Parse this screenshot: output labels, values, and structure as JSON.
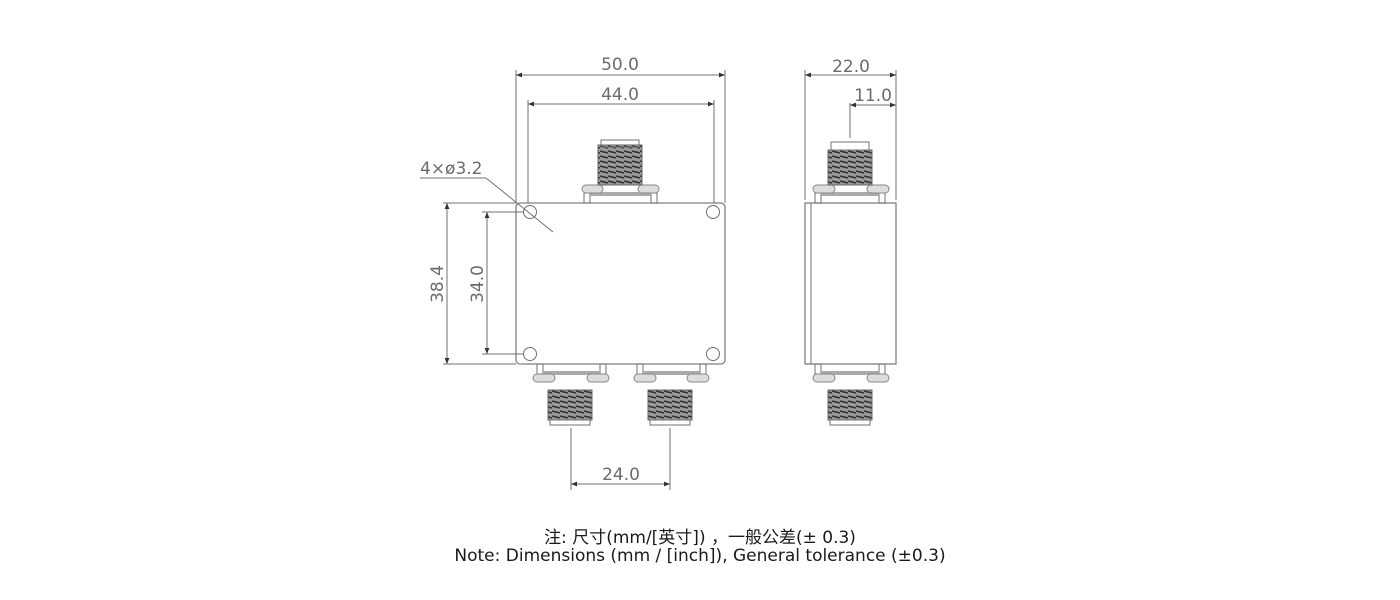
{
  "drawing": {
    "front_view": {
      "overall_width": "50.0",
      "hole_spacing_width": "44.0",
      "hole_callout": "4×ø3.2",
      "overall_height": "38.4",
      "hole_spacing_height": "34.0",
      "output_connector_spacing": "24.0"
    },
    "side_view": {
      "overall_depth": "22.0",
      "connector_offset": "11.0"
    }
  },
  "notes": {
    "chinese": "注: 尺寸(mm/[英寸]) ，一般公差(± 0.3)",
    "english": "Note: Dimensions (mm / [inch]), General tolerance (±0.3)"
  },
  "colors": {
    "line": "#707070",
    "thread": "#555555",
    "text": "#1a1a1a"
  }
}
